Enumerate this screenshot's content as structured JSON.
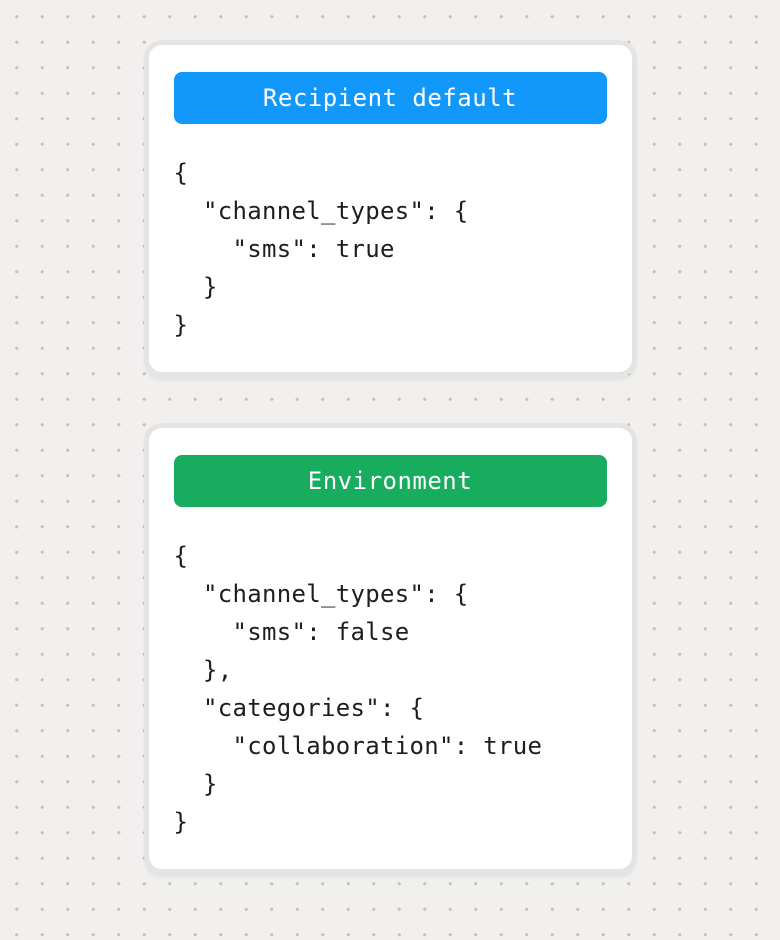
{
  "canvas": {
    "background_color": "#f1f0ef",
    "dot_color": "#c5c3c1"
  },
  "cards": [
    {
      "name": "recipient-default",
      "badge": {
        "label": "Recipient default",
        "color": "#1297fb",
        "text_color": "#ffffff"
      },
      "code_lines": [
        "{",
        "  \"channel_types\": {",
        "    \"sms\": true",
        "  }",
        "}"
      ]
    },
    {
      "name": "environment",
      "badge": {
        "label": "Environment",
        "color": "#17ac5e",
        "text_color": "#ffffff"
      },
      "code_lines": [
        "{",
        "  \"channel_types\": {",
        "    \"sms\": false",
        "  },",
        "  \"categories\": {",
        "    \"collaboration\": true",
        "  }",
        "}"
      ]
    }
  ]
}
